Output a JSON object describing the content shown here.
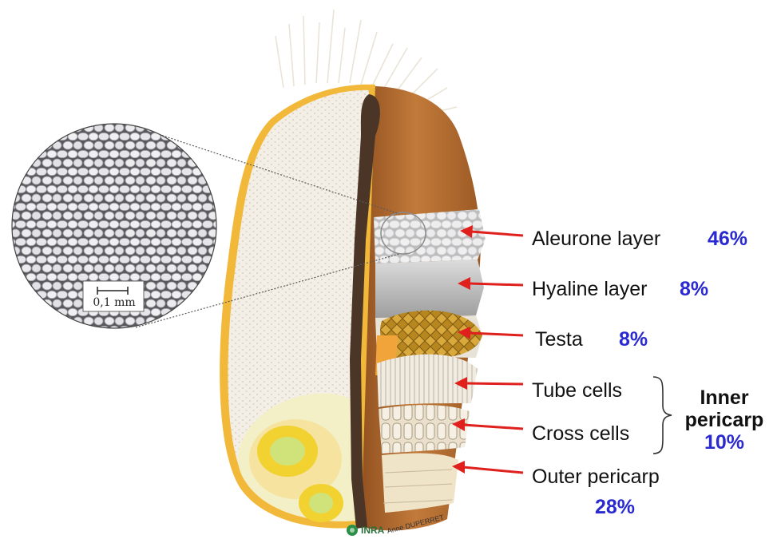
{
  "layers": [
    {
      "label": "Aleurone layer",
      "percent": "46%"
    },
    {
      "label": "Hyaline layer",
      "percent": "8%"
    },
    {
      "label": "Testa",
      "percent": "8%"
    },
    {
      "label": "Tube cells"
    },
    {
      "label": "Cross cells"
    },
    {
      "label": "Outer pericarp",
      "percent": "28%"
    }
  ],
  "group": {
    "line1": "Inner",
    "line2": "pericarp",
    "percent": "10%"
  },
  "scale_bar": "0,1 mm",
  "credit": {
    "logo": "INRA",
    "author": "Anne DUPERRET"
  },
  "colors": {
    "arrow": "#e0201c",
    "percent": "#2a2ad0",
    "grain_outline": "#f2b83a",
    "bran_brown": "#b86a2a",
    "crease_dark": "#4a3526",
    "testa_gold": "#c79a2e",
    "germ_yellow": "#f2d230"
  }
}
